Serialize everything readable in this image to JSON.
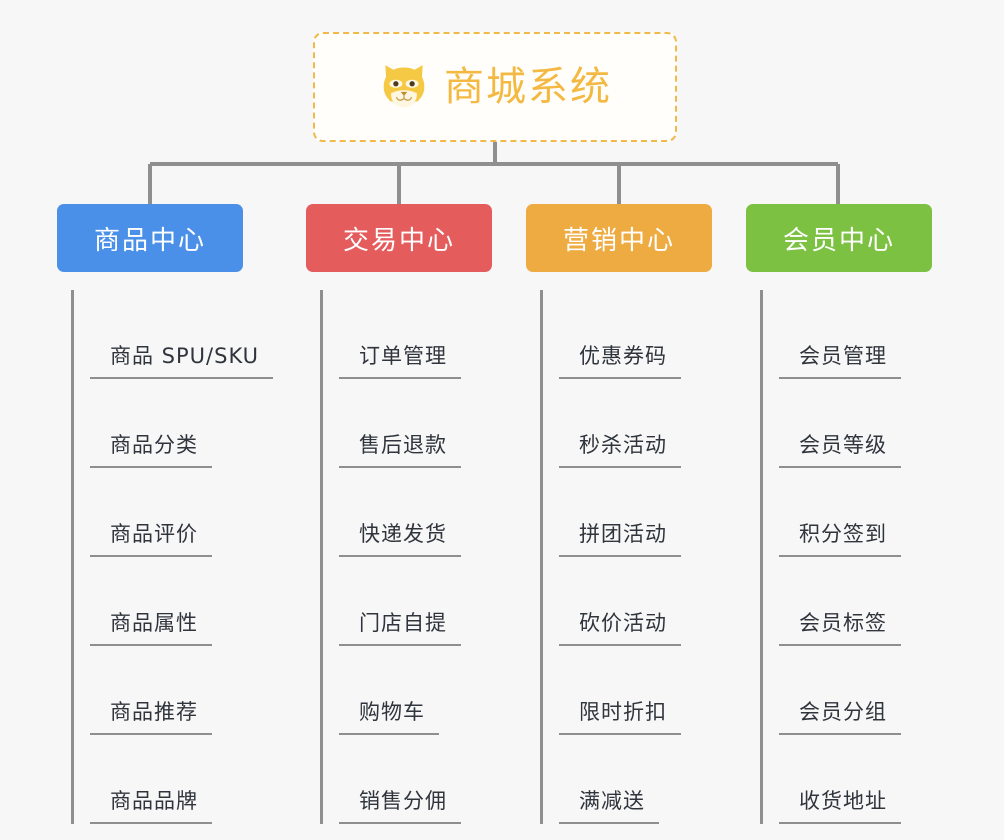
{
  "page": {
    "background_color": "#f7f7f7",
    "type": "mindmap"
  },
  "root": {
    "title": "商城系统",
    "icon": "shiba-dog-face-icon",
    "border_color": "#f0b94a",
    "text_color": "#f3b942",
    "background_color": "#fffefb"
  },
  "connector": {
    "color": "#8f8f8f"
  },
  "branches": [
    {
      "label": "商品中心",
      "color": "#4a90e8",
      "items": [
        "商品 SPU/SKU",
        "商品分类",
        "商品评价",
        "商品属性",
        "商品推荐",
        "商品品牌"
      ]
    },
    {
      "label": "交易中心",
      "color": "#e45c5c",
      "items": [
        "订单管理",
        "售后退款",
        "快递发货",
        "门店自提",
        "购物车",
        "销售分佣"
      ]
    },
    {
      "label": "营销中心",
      "color": "#eeab42",
      "items": [
        "优惠券码",
        "秒杀活动",
        "拼团活动",
        "砍价活动",
        "限时折扣",
        "满减送"
      ]
    },
    {
      "label": "会员中心",
      "color": "#7cc142",
      "items": [
        "会员管理",
        "会员等级",
        "积分签到",
        "会员标签",
        "会员分组",
        "收货地址"
      ]
    }
  ]
}
